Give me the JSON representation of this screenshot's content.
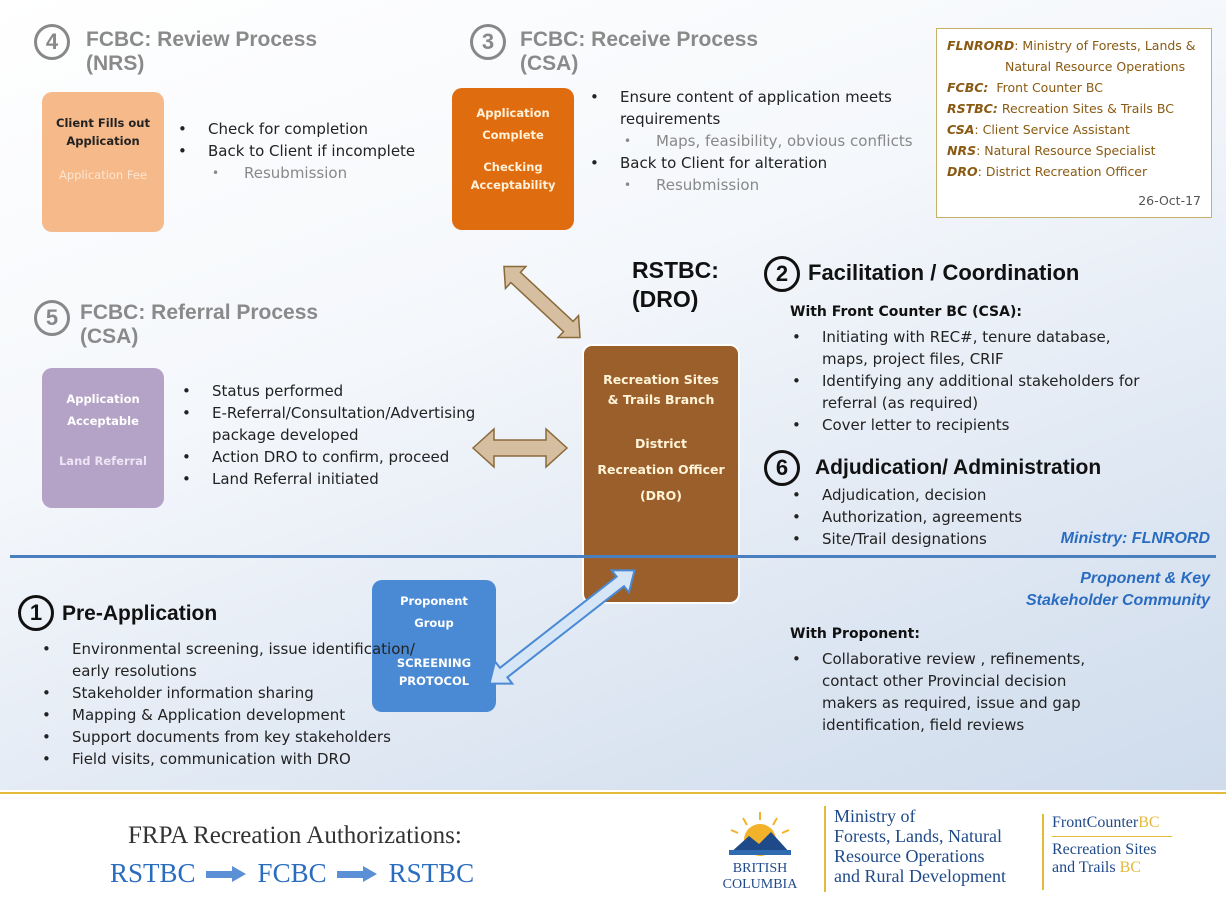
{
  "sections": {
    "s4": {
      "num": "4",
      "title_line1": "FCBC:  Review Process",
      "title_line2": "(NRS)",
      "box": {
        "line1": "Client Fills out",
        "line2": "Application",
        "line3": "Application Fee"
      },
      "bullets": [
        "Check for completion",
        "Back to Client if incomplete"
      ],
      "sub": [
        "Resubmission"
      ]
    },
    "s3": {
      "num": "3",
      "title_line1": "FCBC:  Receive Process",
      "title_line2": "(CSA)",
      "box": {
        "line1": "Application",
        "line2": "Complete",
        "line3": "Checking",
        "line4": "Acceptability"
      },
      "bullets": [
        "Ensure content of application meets requirements",
        "Back to Client for alteration"
      ],
      "sub": [
        "Maps, feasibility, obvious conflicts",
        "Resubmission"
      ]
    },
    "s5": {
      "num": "5",
      "title_line1": "FCBC:  Referral Process",
      "title_line2": "(CSA)",
      "box": {
        "line1": "Application",
        "line2": "Acceptable",
        "line3": "Land Referral"
      },
      "bullets": [
        "Status performed",
        "E-Referral/Consultation/Advertising package developed",
        "Action DRO to confirm, proceed",
        "Land Referral initiated"
      ]
    },
    "s2": {
      "num": "2",
      "title": "Facilitation / Coordination",
      "subhead": "With Front Counter BC (CSA):",
      "bullets": [
        "Initiating with REC#, tenure database, maps, project files, CRIF",
        "Identifying any additional stakeholders for referral (as required)",
        "Cover letter to recipients"
      ]
    },
    "s6": {
      "num": "6",
      "title": "Adjudication/ Administration",
      "bullets": [
        "Adjudication, decision",
        "Authorization, agreements",
        "Site/Trail designations"
      ]
    },
    "s1": {
      "num": "1",
      "title": "Pre-Application",
      "bullets": [
        "Environmental screening, issue identification/ early resolutions",
        "Stakeholder information sharing",
        "Mapping & Application development",
        "Support documents from key stakeholders",
        "Field  visits, communication with DRO"
      ]
    }
  },
  "rstbc": {
    "label_line1": "RSTBC:",
    "label_line2": "(DRO)",
    "box": {
      "line1": "Recreation Sites",
      "line2": "& Trails Branch",
      "line3": "District",
      "line4": "Recreation Officer",
      "line5": "(DRO)"
    }
  },
  "proponent_box": {
    "line1": "Proponent",
    "line2": "Group",
    "line3": "SCREENING",
    "line4": "PROTOCOL"
  },
  "proponent_section": {
    "subhead": "With Proponent:",
    "bullets": [
      "Collaborative review , refinements, contact other Provincial decision makers as required, issue  and gap identification, field reviews"
    ]
  },
  "ministry_label": "Ministry: FLNRORD",
  "community_label_line1": "Proponent & Key",
  "community_label_line2": "Stakeholder Community",
  "legend": {
    "items": [
      {
        "abbr": "FLNRORD",
        "text": ": Ministry of Forests, Lands &"
      },
      {
        "abbr": "",
        "text": "Natural Resource Operations"
      },
      {
        "abbr": "FCBC:",
        "text": "  Front Counter BC"
      },
      {
        "abbr": "RSTBC:",
        "text": " Recreation Sites & Trails BC"
      },
      {
        "abbr": "CSA",
        "text": ":  Client Service Assistant"
      },
      {
        "abbr": "NRS",
        "text": ":  Natural Resource Specialist"
      },
      {
        "abbr": "DRO",
        "text": ":  District Recreation Officer"
      }
    ],
    "date": "26-Oct-17"
  },
  "footer": {
    "title": "FRPA Recreation Authorizations:",
    "flow": [
      "RSTBC",
      "FCBC",
      "RSTBC"
    ],
    "bc_logo": {
      "line1": "BRITISH",
      "line2": "COLUMBIA"
    },
    "ministry": [
      "Ministry of",
      "Forests, Lands, Natural",
      "Resource Operations",
      "and Rural Development"
    ],
    "fcbc": {
      "name_a": "FrontCounter",
      "name_b": "BC",
      "line2": "Recreation Sites",
      "line3a": "and Trails ",
      "line3b": "BC"
    }
  },
  "colors": {
    "s4_box": "#f6b98a",
    "s3_box": "#e06c10",
    "s5_box": "#b4a3c6",
    "rstbc_box": "#9a5f2a",
    "proponent_box": "#4a8ad4",
    "accent_blue": "#2a6cc0",
    "arrow_tan": "#d6bfa0"
  }
}
